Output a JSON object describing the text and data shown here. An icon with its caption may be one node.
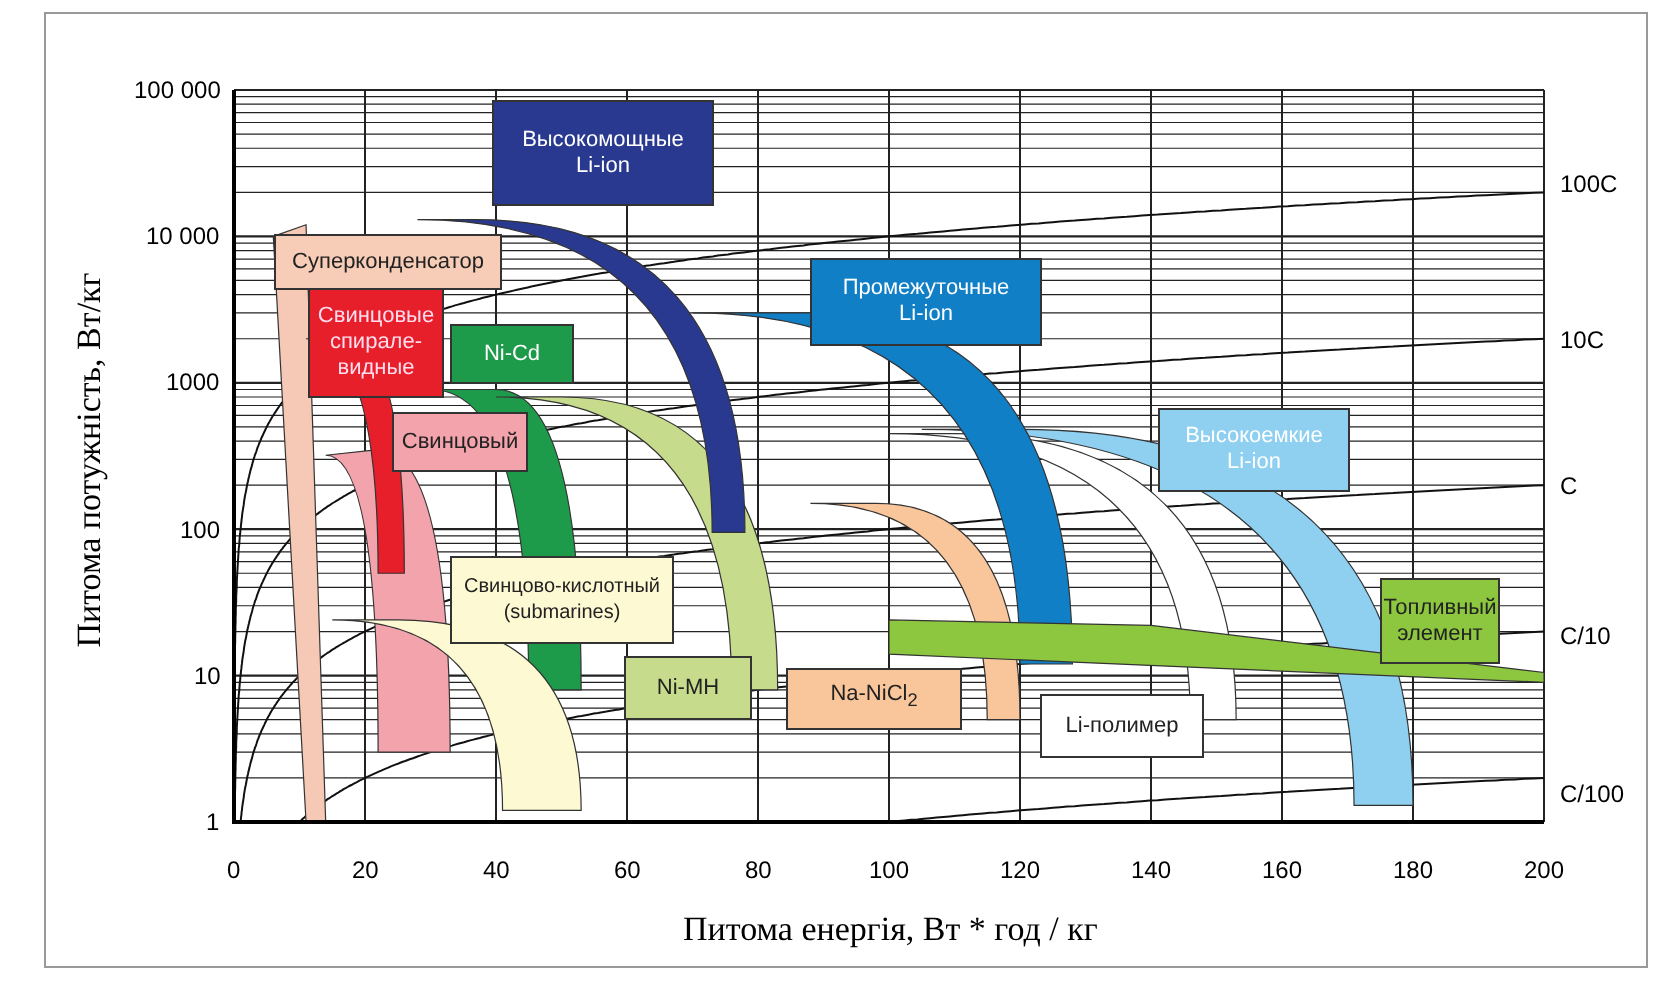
{
  "diagram": {
    "nodes": [
      {
        "text": [
          "Высокомощные Li-ion"
        ]
      },
      {
        "text": [
          "Суперконденсатор"
        ]
      },
      {
        "text": [
          "Промежуточные Li-ion"
        ]
      },
      {
        "text": [
          "Свинцовые спирале-видные"
        ]
      },
      {
        "text": [
          "Ni-Cd"
        ]
      },
      {
        "text": [
          "Свинцовый"
        ]
      },
      {
        "text": [
          "Высокоемкие Li-ion"
        ]
      },
      {
        "text": [
          "Свинцово-кислотный (submarines)"
        ]
      },
      {
        "text": [
          "Топливный элемент"
        ]
      },
      {
        "text": [
          "Ni-MH"
        ]
      },
      {
        "text": [
          "Na-NiCl$_{2}$"
        ]
      },
      {
        "text": [
          "Li-полимер"
        ]
      }
    ],
    "edges": [],
    "labels": [
      "100 000",
      "10 000",
      "1000",
      "100",
      "10",
      "1",
      "100C",
      "10C",
      "C",
      "C/10",
      "C/100",
      "Питома потужність, Вт/кг",
      "0",
      "20",
      "40",
      "60",
      "80",
      "100",
      "120",
      "140",
      "160",
      "180",
      "200",
      "Питома енергія, Вт * год / кг"
    ]
  }
}
